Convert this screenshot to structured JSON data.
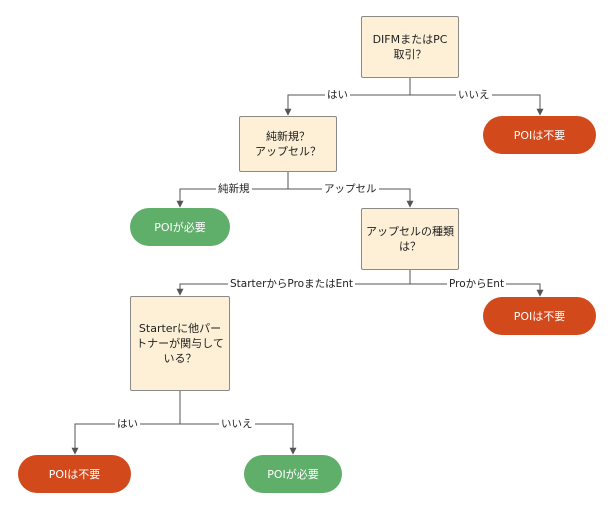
{
  "colors": {
    "decision_fill": "#fdf0d7",
    "stop_fill": "#d2491c",
    "go_fill": "#5fae6a",
    "line": "#555555"
  },
  "nodes": {
    "q1": "DIFMまたはPC\n取引？",
    "r1": "POIは不要",
    "q2": "純新規？\nアップセル？",
    "r2": "POIが必要",
    "q3": "アップセルの種類\nは？",
    "r3": "POIは不要",
    "q4": "Starterに他パー\nトナーが関与して\nいる？",
    "r4": "POIは不要",
    "r5": "POIが必要"
  },
  "edges": {
    "q1_yes": "はい",
    "q1_no": "いいえ",
    "q2_new": "純新規",
    "q2_up": "アップセル",
    "q3_starter": "StarterからProまたはEnt",
    "q3_pro": "ProからEnt",
    "q4_yes": "はい",
    "q4_no": "いいえ"
  }
}
